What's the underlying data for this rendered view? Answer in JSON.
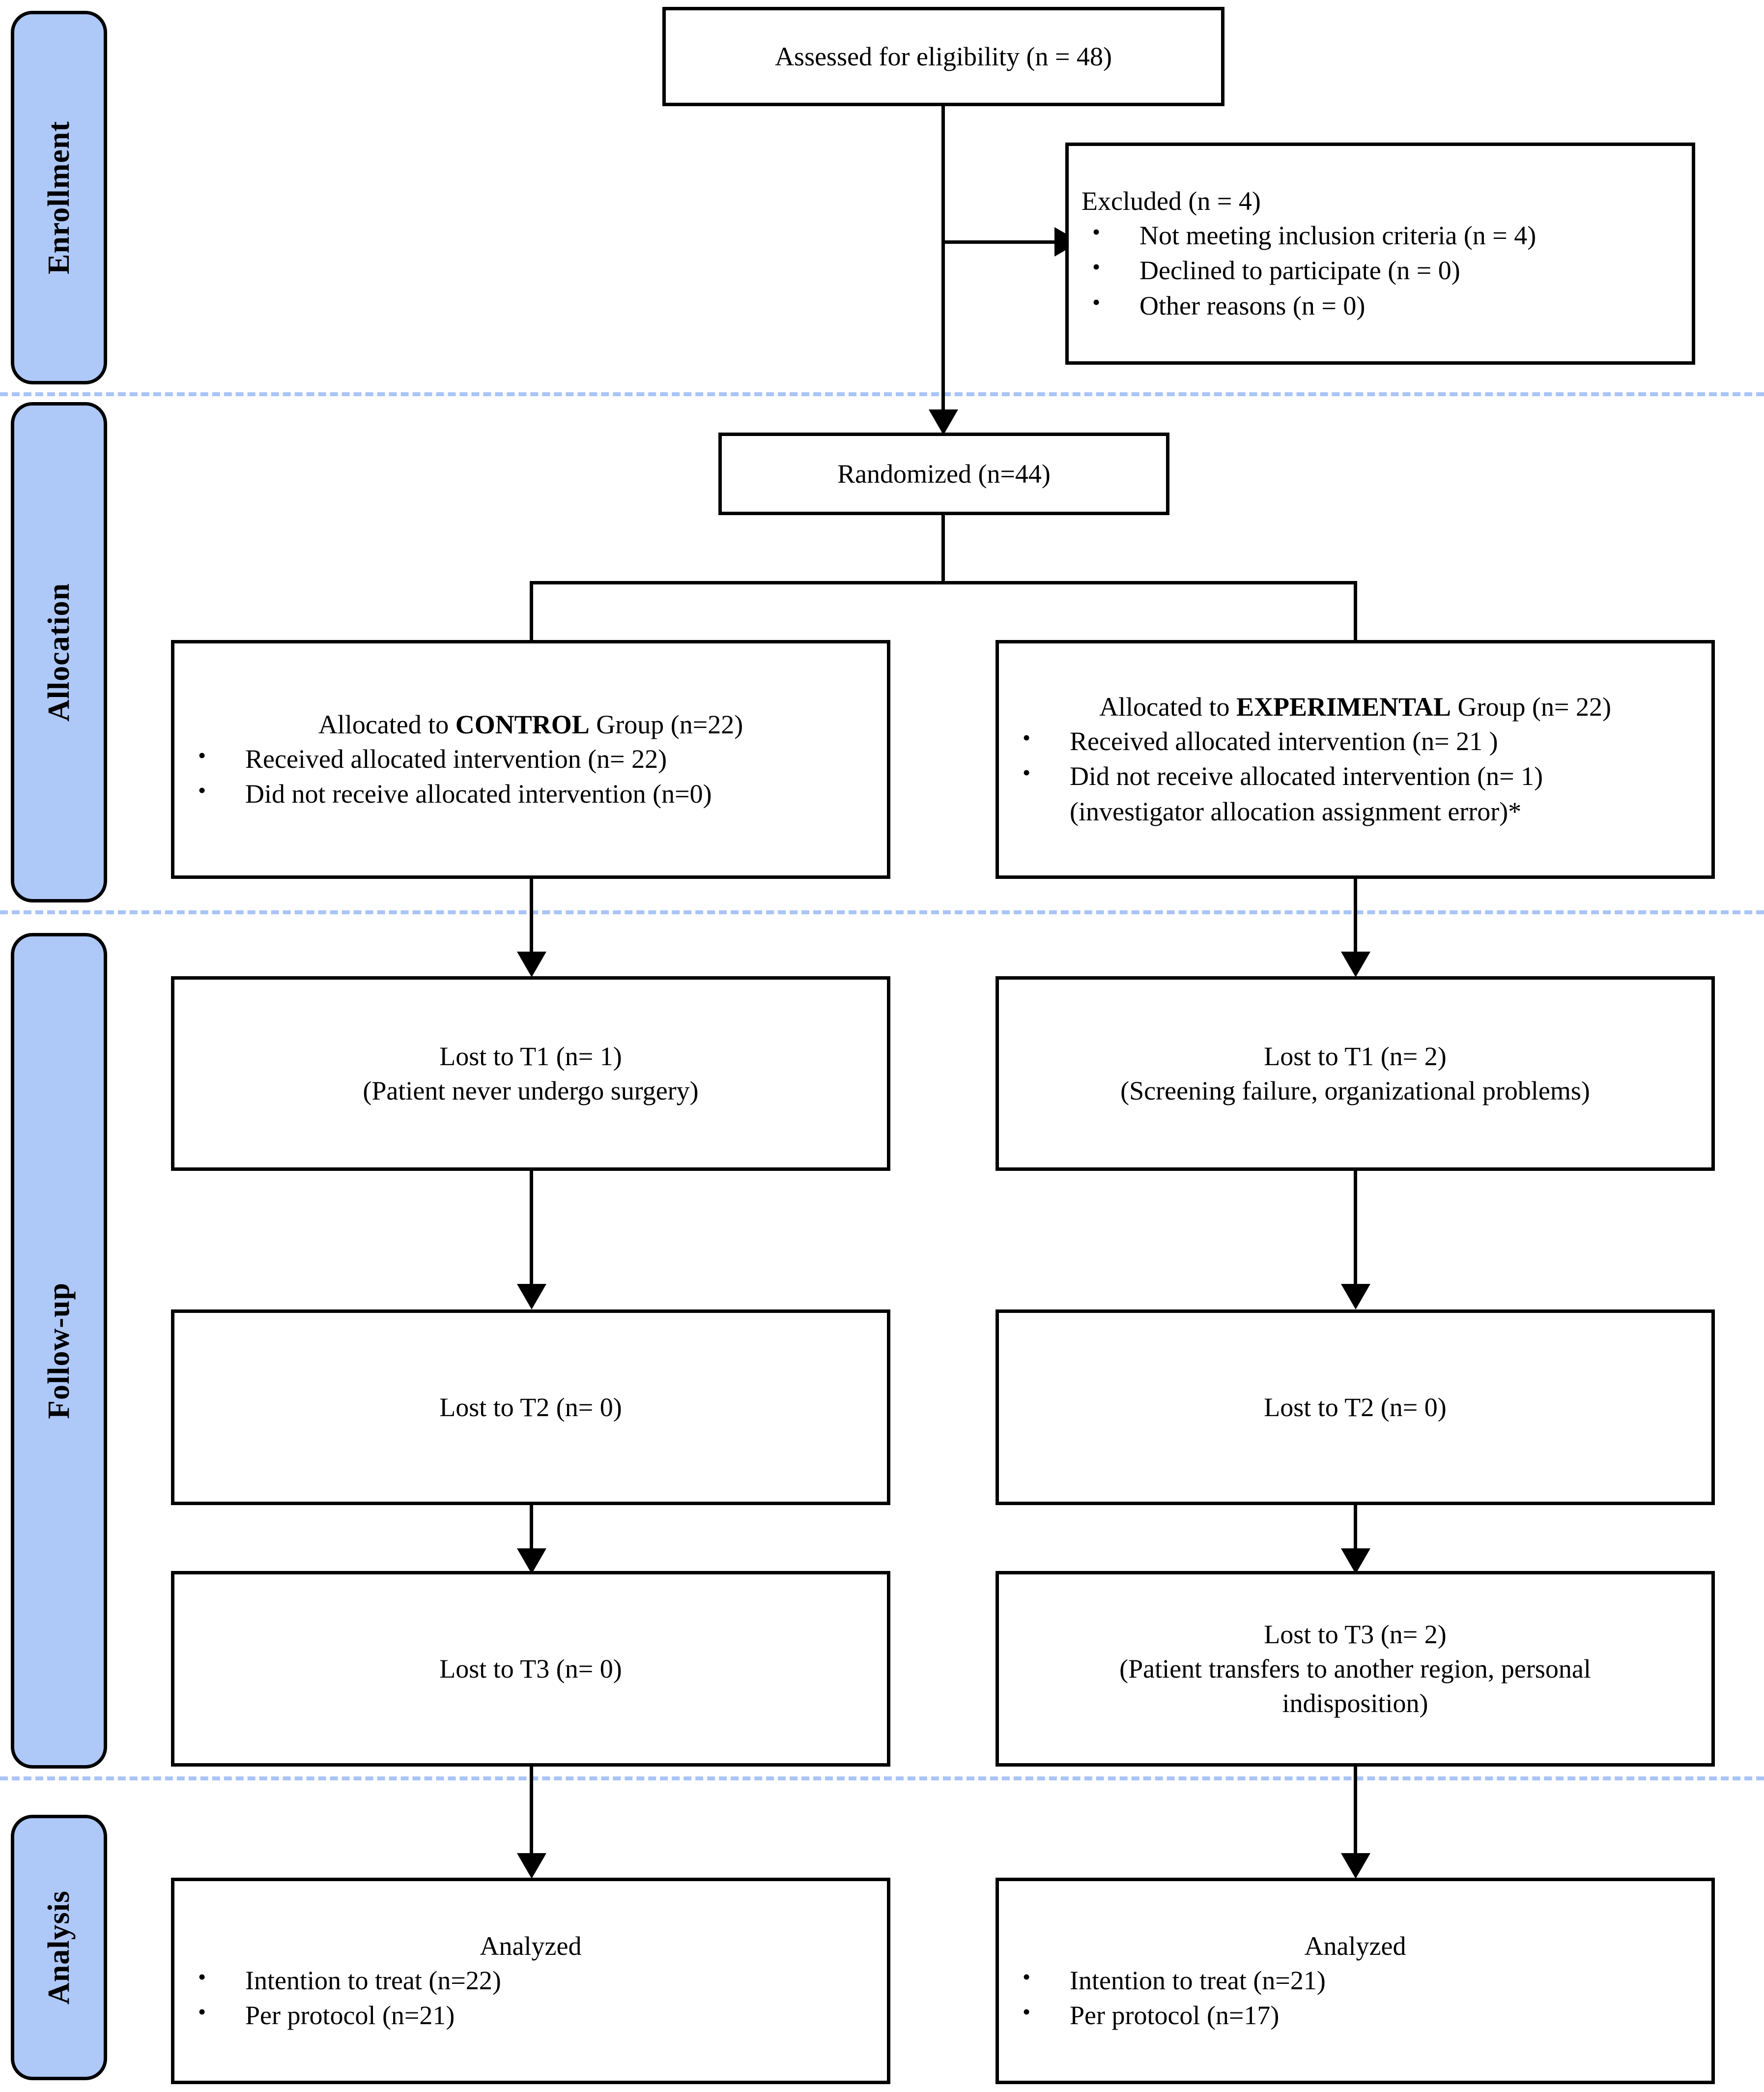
{
  "phases": [
    {
      "id": "enrollment",
      "label": "Enrollment"
    },
    {
      "id": "allocation",
      "label": "Allocation"
    },
    {
      "id": "followup",
      "label": "Follow-up"
    },
    {
      "id": "analysis",
      "label": "Analysis"
    }
  ],
  "nodes": {
    "assessed": {
      "text": "Assessed for eligibility (n = 48)"
    },
    "excluded": {
      "heading": "Excluded (n = 4)",
      "bullets": [
        "Not meeting inclusion criteria (n = 4)",
        "Declined to participate (n = 0)",
        "Other reasons (n = 0)"
      ]
    },
    "randomized": {
      "text": "Randomized (n=44)"
    },
    "allocated_control": {
      "heading_prefix": "Allocated to ",
      "heading_strong": "CONTROL",
      "heading_suffix": " Group (n=22)",
      "bullets": [
        "Received allocated intervention (n= 22)",
        "Did not receive allocated intervention (n=0)"
      ]
    },
    "allocated_experimental": {
      "heading_prefix": "Allocated to ",
      "heading_strong": "EXPERIMENTAL",
      "heading_suffix": " Group (n= 22)",
      "bullets": [
        "Received allocated intervention (n= 21 )",
        "Did not receive allocated intervention (n= 1)"
      ],
      "note": "(investigator allocation assignment error)*"
    },
    "control_t1": {
      "line1": "Lost to T1 (n= 1)",
      "line2": "(Patient never undergo surgery)"
    },
    "control_t2": {
      "line1": "Lost to T2 (n= 0)",
      "line2": ""
    },
    "control_t3": {
      "line1": "Lost to T3 (n= 0)",
      "line2": ""
    },
    "experimental_t1": {
      "line1": "Lost to T1 (n= 2)",
      "line2": "(Screening failure, organizational problems)"
    },
    "experimental_t2": {
      "line1": "Lost to T2 (n= 0)",
      "line2": ""
    },
    "experimental_t3": {
      "line1": "Lost to T3 (n= 2)",
      "line2": "(Patient transfers to another region, personal indisposition)"
    },
    "analyzed_control": {
      "heading": "Analyzed",
      "bullets": [
        "Intention to treat (n=22)",
        "Per protocol (n=21)"
      ]
    },
    "analyzed_experimental": {
      "heading": "Analyzed",
      "bullets": [
        "Intention to treat (n=21)",
        "Per protocol (n=17)"
      ]
    }
  },
  "colors": {
    "phase_fill": "#aec8f8",
    "separator": "#a9c4f7",
    "box_border": "#000000",
    "text": "#000000",
    "background": "#ffffff"
  }
}
